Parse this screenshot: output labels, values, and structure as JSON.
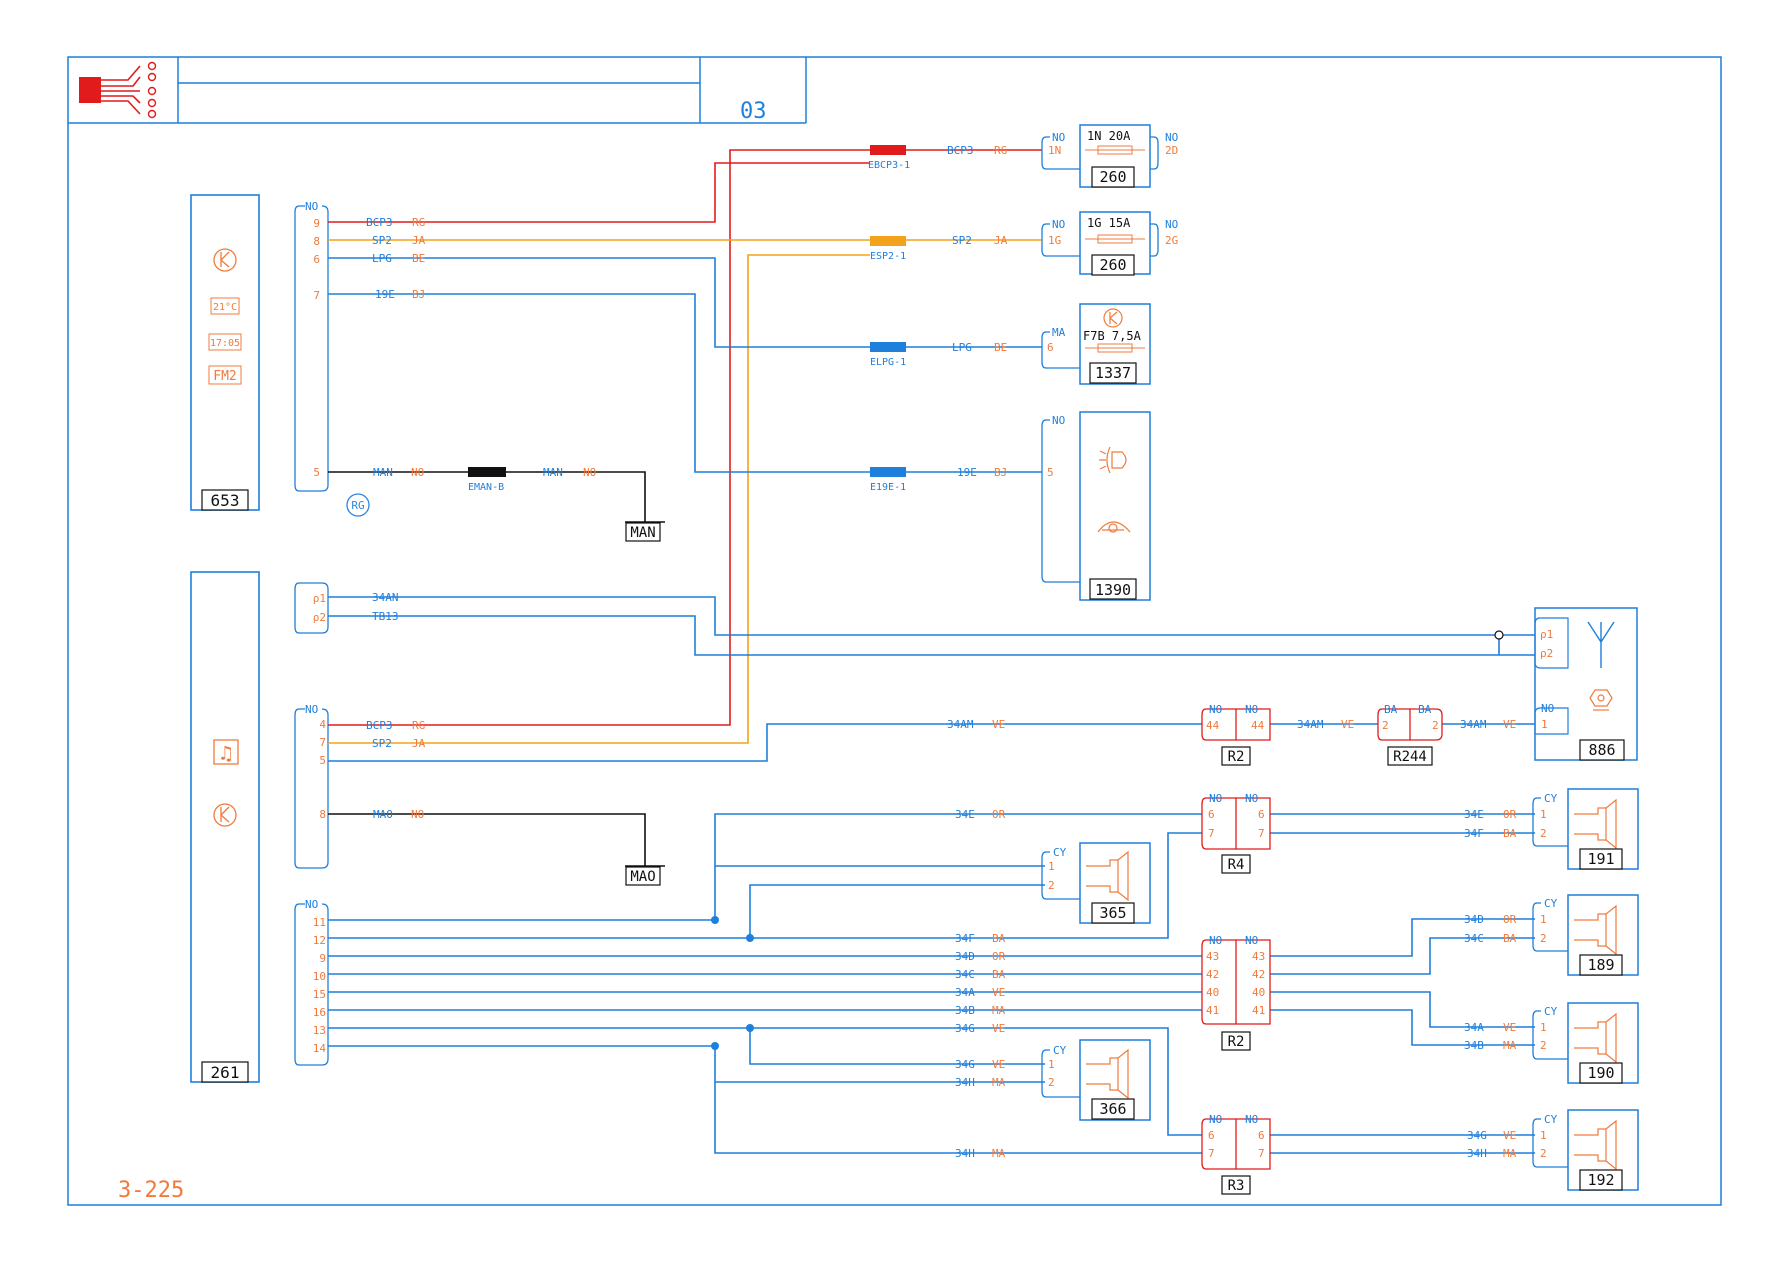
{
  "sheet": {
    "page_code": "03",
    "sheet_ref": "3-225"
  },
  "colors": {
    "frame": "#1f7fdc",
    "wire_blue": "#1f7fdc",
    "wire_red": "#e11b1b",
    "wire_orange": "#f3a21b",
    "wire_black": "#111111",
    "text_orange": "#f07a3c",
    "text_blue": "#1f7fdc",
    "text_black": "#111111",
    "rg_symbol": "#2a86e0"
  },
  "components": {
    "c653": {
      "id": "653",
      "display_temp": "21°C",
      "display_time": "17:05",
      "display_band": "FM2",
      "icon": "k-circle-icon"
    },
    "c261": {
      "id": "261",
      "icons": [
        "music-note-icon",
        "k-circle-icon"
      ]
    },
    "rg_symbol": "RG",
    "f260a": {
      "id": "260",
      "label": "1N   20A",
      "conn_left": "NO",
      "conn_right": "NO",
      "pin_in": "1N",
      "pin_out": "2D"
    },
    "f260b": {
      "id": "260",
      "label": "1G   15A",
      "conn_left": "NO",
      "conn_right": "NO",
      "pin_in": "1G",
      "pin_out": "2G"
    },
    "f1337": {
      "id": "1337",
      "label": "F7B 7,5A",
      "conn": "MA",
      "pin": "6"
    },
    "c1390": {
      "id": "1390",
      "conn": "NO",
      "pin": "5"
    },
    "c886": {
      "id": "886",
      "pin1": "ρ1",
      "pin2": "ρ2",
      "conn": "NO",
      "pin": "1"
    },
    "ground_man": {
      "id": "MAN"
    },
    "ground_mao": {
      "id": "MAO"
    },
    "r2_top": {
      "id": "R2",
      "conn_left": "NO",
      "conn_right": "NO",
      "pin_left": "44",
      "pin_right": "44"
    },
    "r244": {
      "id": "R244",
      "conn_left": "BA",
      "conn_right": "BA",
      "pin_left": "2",
      "pin_right": "2"
    },
    "r4": {
      "id": "R4",
      "conn_left": "NO",
      "conn_right": "NO",
      "pins_left": [
        "6",
        "7"
      ],
      "pins_right": [
        "6",
        "7"
      ]
    },
    "r2_mid": {
      "id": "R2",
      "conn_left": "NO",
      "conn_right": "NO",
      "pins_left": [
        "43",
        "42",
        "40",
        "41"
      ],
      "pins_right": [
        "43",
        "42",
        "40",
        "41"
      ]
    },
    "r3": {
      "id": "R3",
      "conn_left": "NO",
      "conn_right": "NO",
      "pins_left": [
        "6",
        "7"
      ],
      "pins_right": [
        "6",
        "7"
      ]
    },
    "speakers": [
      {
        "id": "365",
        "conn": "CY",
        "pins": [
          "1",
          "2"
        ]
      },
      {
        "id": "366",
        "conn": "CY",
        "pins": [
          "1",
          "2"
        ]
      },
      {
        "id": "191",
        "conn": "CY",
        "pins": [
          "1",
          "2"
        ]
      },
      {
        "id": "189",
        "conn": "CY",
        "pins": [
          "1",
          "2"
        ]
      },
      {
        "id": "190",
        "conn": "CY",
        "pins": [
          "1",
          "2"
        ]
      },
      {
        "id": "192",
        "conn": "CY",
        "pins": [
          "1",
          "2"
        ]
      }
    ]
  },
  "connectors": {
    "c653_conn": {
      "name": "NO",
      "pins": [
        "9",
        "8",
        "6",
        "7",
        "5"
      ]
    },
    "c261_aerial": {
      "pins": [
        "ρ1",
        "ρ2"
      ]
    },
    "c261_power": {
      "name": "NO",
      "pins": [
        "4",
        "7",
        "5",
        "8"
      ]
    },
    "c261_speakers": {
      "name": "NO",
      "pins": [
        "11",
        "12",
        "9",
        "10",
        "15",
        "16",
        "13",
        "14"
      ]
    }
  },
  "splices": {
    "ebcp3": "EBCP3-1",
    "esp2": "ESP2-1",
    "elpg": "ELPG-1",
    "e19e": "E19E-1",
    "eman": "EMAN-B"
  },
  "wires": {
    "bcp3_rg": {
      "code": "BCP3",
      "color": "RG"
    },
    "sp2_ja": {
      "code": "SP2",
      "color": "JA"
    },
    "lpg_be": {
      "code": "LPG",
      "color": "BE"
    },
    "w19e_bj": {
      "code": "19E",
      "color": "BJ"
    },
    "man_no": {
      "code": "MAN",
      "color": "NO"
    },
    "mao_no": {
      "code": "MAO",
      "color": "NO"
    },
    "w34an": {
      "code": "34AN"
    },
    "tb13": {
      "code": "TB13"
    },
    "w34am_ve": {
      "code": "34AM",
      "color": "VE"
    },
    "w34e_or": {
      "code": "34E",
      "color": "OR"
    },
    "w34f_ba": {
      "code": "34F",
      "color": "BA"
    },
    "w34d_or": {
      "code": "34D",
      "color": "OR"
    },
    "w34c_ba": {
      "code": "34C",
      "color": "BA"
    },
    "w34a_ve": {
      "code": "34A",
      "color": "VE"
    },
    "w34b_ma": {
      "code": "34B",
      "color": "MA"
    },
    "w34g_ve": {
      "code": "34G",
      "color": "VE"
    },
    "w34h_ma": {
      "code": "34H",
      "color": "MA"
    }
  }
}
